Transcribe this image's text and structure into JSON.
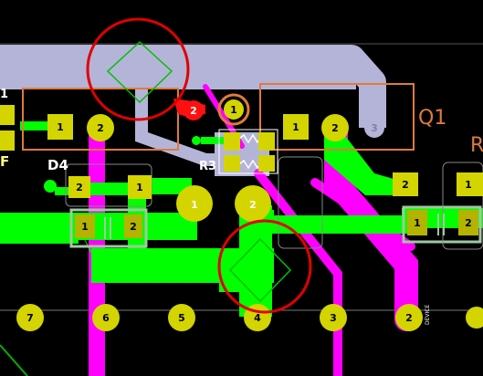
{
  "designators": {
    "q1": "Q1",
    "d4": "D4",
    "r_right": "R",
    "f_left": "F",
    "r3_fragment": "R3",
    "top_left_fragment": "1",
    "vertical_tag": "DEVICE"
  },
  "pads": {
    "connector_top_left": [
      "1",
      "2"
    ],
    "q1_pins": [
      "1",
      "2",
      "3"
    ],
    "red_via": "2",
    "orange_via": "1",
    "d4_pins": [
      "2",
      "1"
    ],
    "big_round": [
      "1",
      "2"
    ],
    "cap_left": [
      "1",
      "2"
    ],
    "cap_right": [
      "1",
      "2"
    ],
    "smd_right": [
      "2",
      "1"
    ],
    "header_row": [
      "7",
      "6",
      "5",
      "4",
      "3",
      "2"
    ]
  },
  "colors": {
    "background": "#000000",
    "top_copper": "#00ff00",
    "mid_layer": "#ff00ff",
    "bottom_copper": "#b4b4d8",
    "pad": "#d4d400",
    "pad_text": "#000000",
    "silkscreen_q1": "#e07a3a",
    "silkscreen_white": "#ffffff",
    "highlight_circle": "#e00000",
    "courtyard": "#a0c8a0"
  }
}
